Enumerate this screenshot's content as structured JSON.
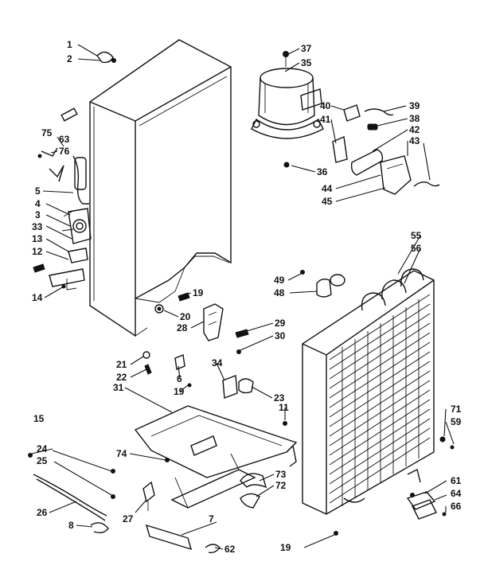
{
  "callouts": [
    "1",
    "2",
    "37",
    "35",
    "75",
    "63",
    "76",
    "5",
    "4",
    "3",
    "33",
    "13",
    "12",
    "14",
    "40",
    "41",
    "39",
    "38",
    "42",
    "43",
    "36",
    "44",
    "45",
    "55",
    "56",
    "49",
    "48",
    "19",
    "20",
    "28",
    "29",
    "30",
    "21",
    "22",
    "6",
    "19",
    "34",
    "23",
    "31",
    "11",
    "15",
    "24",
    "25",
    "74",
    "26",
    "8",
    "27",
    "73",
    "72",
    "7",
    "62",
    "71",
    "59",
    "61",
    "64",
    "66",
    "19"
  ]
}
